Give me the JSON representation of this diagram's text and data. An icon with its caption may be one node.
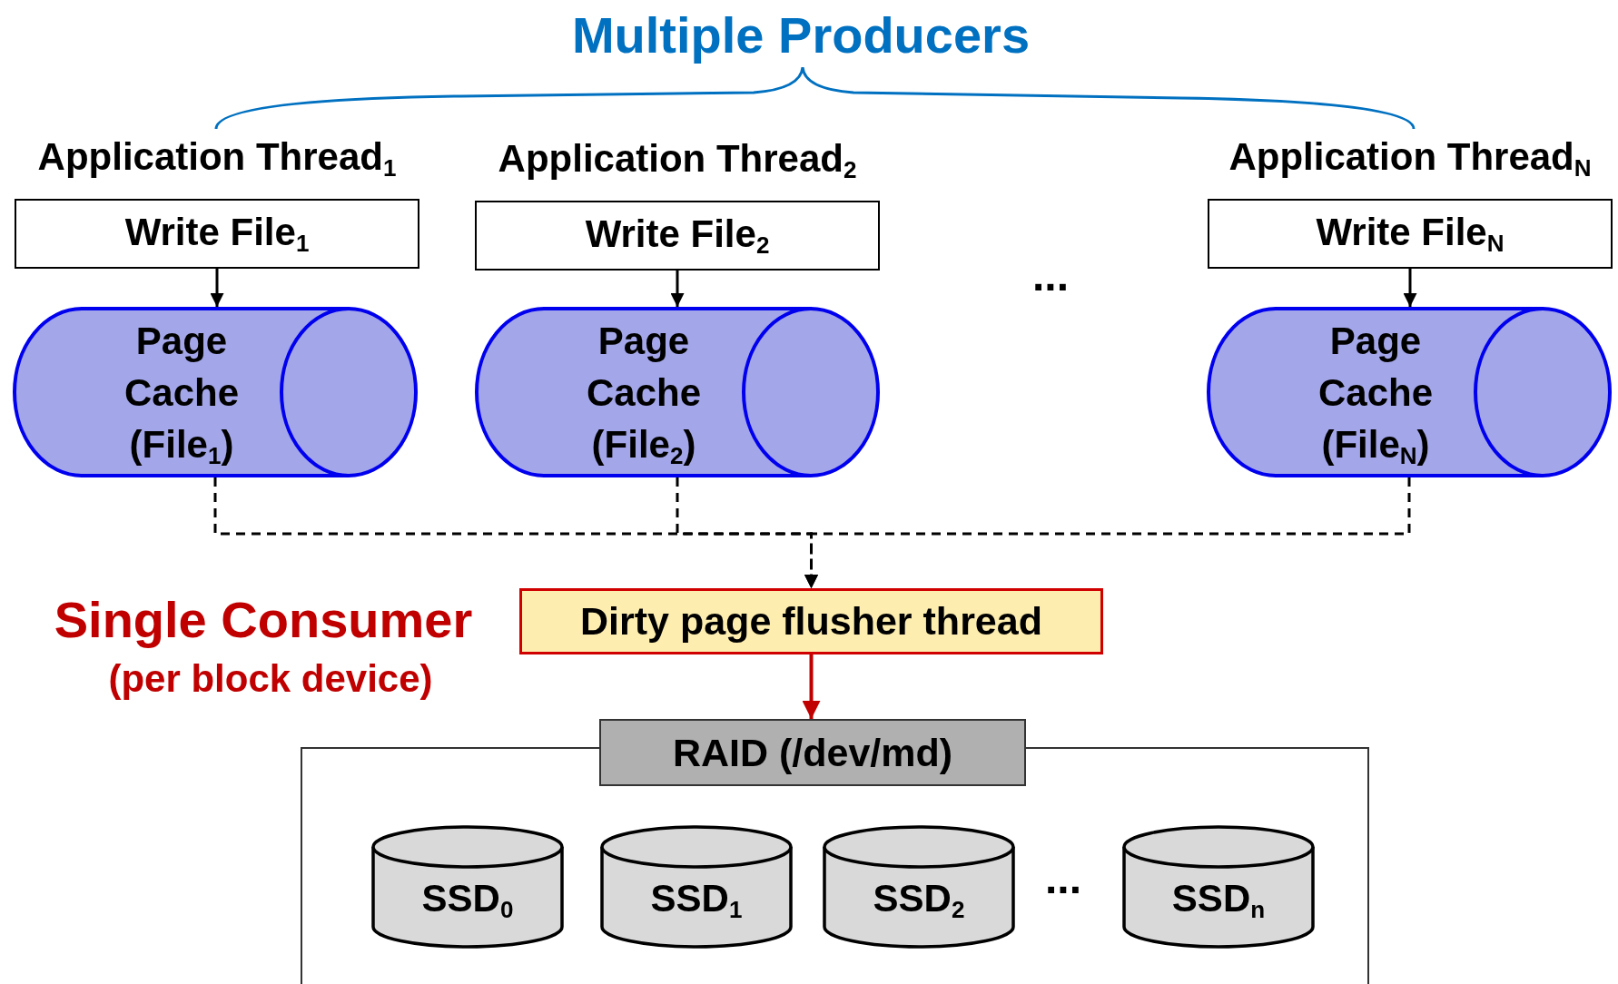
{
  "diagram": {
    "nodes": [
      {
        "text": [
          "Application Thread$_{1}$",
          "Write File$_{1}$"
        ]
      },
      {
        "text": [
          "Page Cache (File$_{1}$)"
        ]
      },
      {
        "text": [
          "Application Thread$_{2}$",
          "Write File$_{2}$"
        ]
      },
      {
        "text": [
          "Page Cache (File$_{2}$)"
        ]
      },
      {
        "text": [
          "Application Thread$_{N}$",
          "Write File$_{N}$"
        ]
      },
      {
        "text": [
          "Page Cache (File$_{N}$)"
        ]
      },
      {
        "text": [
          "Dirty page flusher thread"
        ]
      },
      {
        "text": [
          "RAID (/dev/md)"
        ]
      },
      {
        "text": [],
        "shape": "box"
      },
      {
        "text": [
          "SSD$_{0}$"
        ],
        "in": 8
      },
      {
        "text": [
          "SSD$_{1}$"
        ],
        "in": 8
      },
      {
        "text": [
          "SSD$_{2}$"
        ],
        "in": 8
      },
      {
        "text": [
          "SSD$_{n}$"
        ],
        "in": 8
      }
    ],
    "edges": [
      {
        "from": 0,
        "to": 1,
        "arrow": "to"
      },
      {
        "from": 2,
        "to": 3,
        "arrow": "to"
      },
      {
        "from": 4,
        "to": 5,
        "arrow": "to"
      },
      {
        "from": 1,
        "to": 6,
        "arrow": "to",
        "style": "dashed"
      },
      {
        "from": 3,
        "to": 6,
        "arrow": "to",
        "style": "dashed"
      },
      {
        "from": 5,
        "to": 6,
        "arrow": "to",
        "style": "dashed"
      },
      {
        "from": 6,
        "to": 7,
        "arrow": "to",
        "color": "#c00000"
      }
    ],
    "labels": [
      "Multiple Producers",
      "...",
      "Single Consumer",
      "(per block device)",
      "..."
    ]
  }
}
